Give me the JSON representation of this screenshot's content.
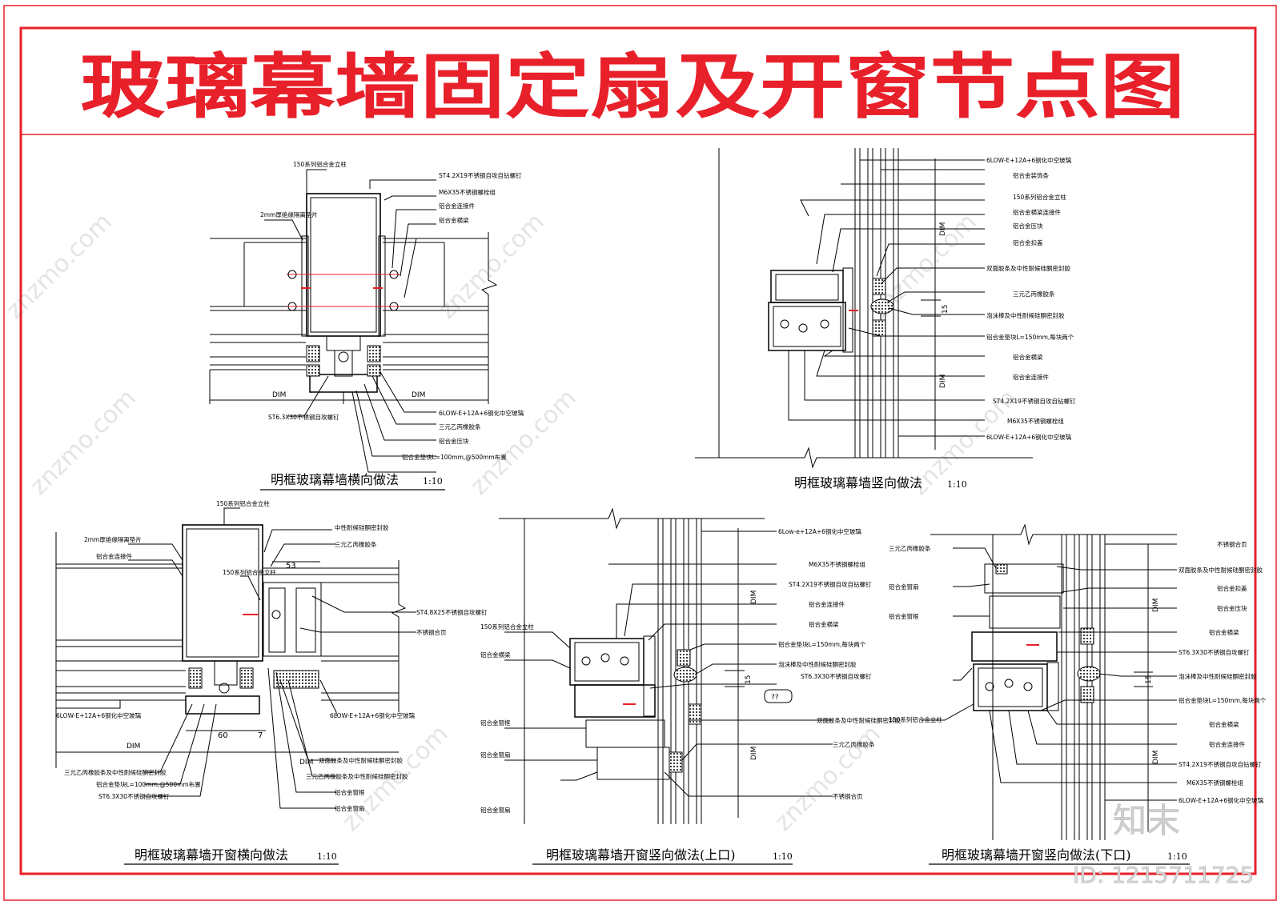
{
  "sheet": {
    "title": "玻璃幕墙固定扇及开窗节点图",
    "border_color": "#e8202a",
    "title_color": "#e8202a"
  },
  "watermark": {
    "site": "znzmo.com",
    "brand": "知末",
    "id_text": "ID: 1215711725"
  },
  "drawings": [
    {
      "caption": "明框玻璃幕墙横向做法",
      "scale": "1:10",
      "labels": [
        "150系列铝合金立柱",
        "ST4.2X19不锈钢自攻自钻螺钉",
        "M6X35不锈钢螺栓组",
        "铝合金连接件",
        "铝合金横梁",
        "2mm厚绝缘隔离垫片",
        "ST6.3X30不锈钢自攻螺钉",
        "6LOW-E+12A+6钢化中空玻璃",
        "三元乙丙橡胶条",
        "铝合金压块",
        "铝合金垫块L=100mm,@500mm布置"
      ],
      "dims": [
        "DIM",
        "DIM"
      ]
    },
    {
      "caption": "明框玻璃幕墙竖向做法",
      "scale": "1:10",
      "labels": [
        "6LOW-E+12A+6钢化中空玻璃",
        "铝合金装饰条",
        "150系列铝合金立柱",
        "铝合金横梁连接件",
        "铝合金压块",
        "铝合金扣盖",
        "双面胶条及中性耐候硅酮密封胶",
        "三元乙丙橡胶条",
        "泡沫棒及中性耐候硅酮密封胶",
        "铝合金垫块L=150mm,每块两个",
        "铝合金横梁",
        "铝合金连接件",
        "ST4.2X19不锈钢自攻自钻螺钉",
        "M6X35不锈钢螺栓组",
        "6LOW-E+12A+6钢化中空玻璃"
      ],
      "dims": [
        "DIM",
        "DIM",
        "15"
      ]
    },
    {
      "caption": "明框玻璃幕墙开窗横向做法",
      "scale": "1:10",
      "labels": [
        "150系列铝合金立柱",
        "中性耐候硅酮密封胶",
        "2mm厚绝缘隔离垫片",
        "铝合金连接件",
        "三元乙丙橡胶条",
        "150系列铝合金立柱",
        "ST4.8X25不锈钢自攻螺钉",
        "不锈钢合页",
        "6LOW-E+12A+6钢化中空玻璃",
        "6LOW-E+12A+6钢化中空玻璃",
        "三元乙丙橡胶条及中性耐候硅酮密封胶",
        "铝合金垫块L=100mm,@500mm布置",
        "ST6.3X30不锈钢自攻螺钉",
        "双面胶条及中性耐候硅酮密封胶",
        "三元乙丙橡胶条及中性耐候硅酮密封胶",
        "铝合金窗框",
        "铝合金窗扇"
      ],
      "dims": [
        "53",
        "60",
        "7",
        "DIM",
        "DIM"
      ]
    },
    {
      "caption": "明框玻璃幕墙开窗竖向做法(上口)",
      "scale": "1:10",
      "labels": [
        "6Low-e+12A+6钢化中空玻璃",
        "M6X35不锈钢螺栓组",
        "ST4.2X19不锈钢自攻自钻螺钉",
        "铝合金连接件",
        "铝合金横梁",
        "铝合金垫块L=150mm,每块两个",
        "泡沫棒及中性耐候硅酮密封胶",
        "ST6.3X30不锈钢自攻螺钉",
        "150系列铝合金立柱",
        "铝合金横梁",
        "铝合金窗框",
        "铝合金窗扇",
        "铝合金窗扇",
        "双面胶条及中性耐候硅酮密封胶",
        "三元乙丙橡胶条",
        "不锈钢合页"
      ],
      "dims": [
        "DIM",
        "DIM",
        "15",
        "??"
      ]
    },
    {
      "caption": "明框玻璃幕墙开窗竖向做法(下口)",
      "scale": "1:10",
      "labels": [
        "三元乙丙橡胶条",
        "铝合金窗扇",
        "铝合金窗框",
        "不锈钢合页",
        "双面胶条及中性耐候硅酮密封胶",
        "铝合金扣盖",
        "铝合金压块",
        "铝合金横梁",
        "ST6.3X30不锈钢自攻螺钉",
        "泡沫棒及中性耐候硅酮密封胶",
        "150系列铝合金立柱",
        "铝合金垫块L=150mm,每块两个",
        "铝合金横梁",
        "铝合金连接件",
        "ST4.2X19不锈钢自攻自钻螺钉",
        "M6X35不锈钢螺栓组",
        "6LOW-E+12A+6钢化中空玻璃"
      ],
      "dims": [
        "DIM",
        "DIM",
        "15"
      ]
    }
  ]
}
